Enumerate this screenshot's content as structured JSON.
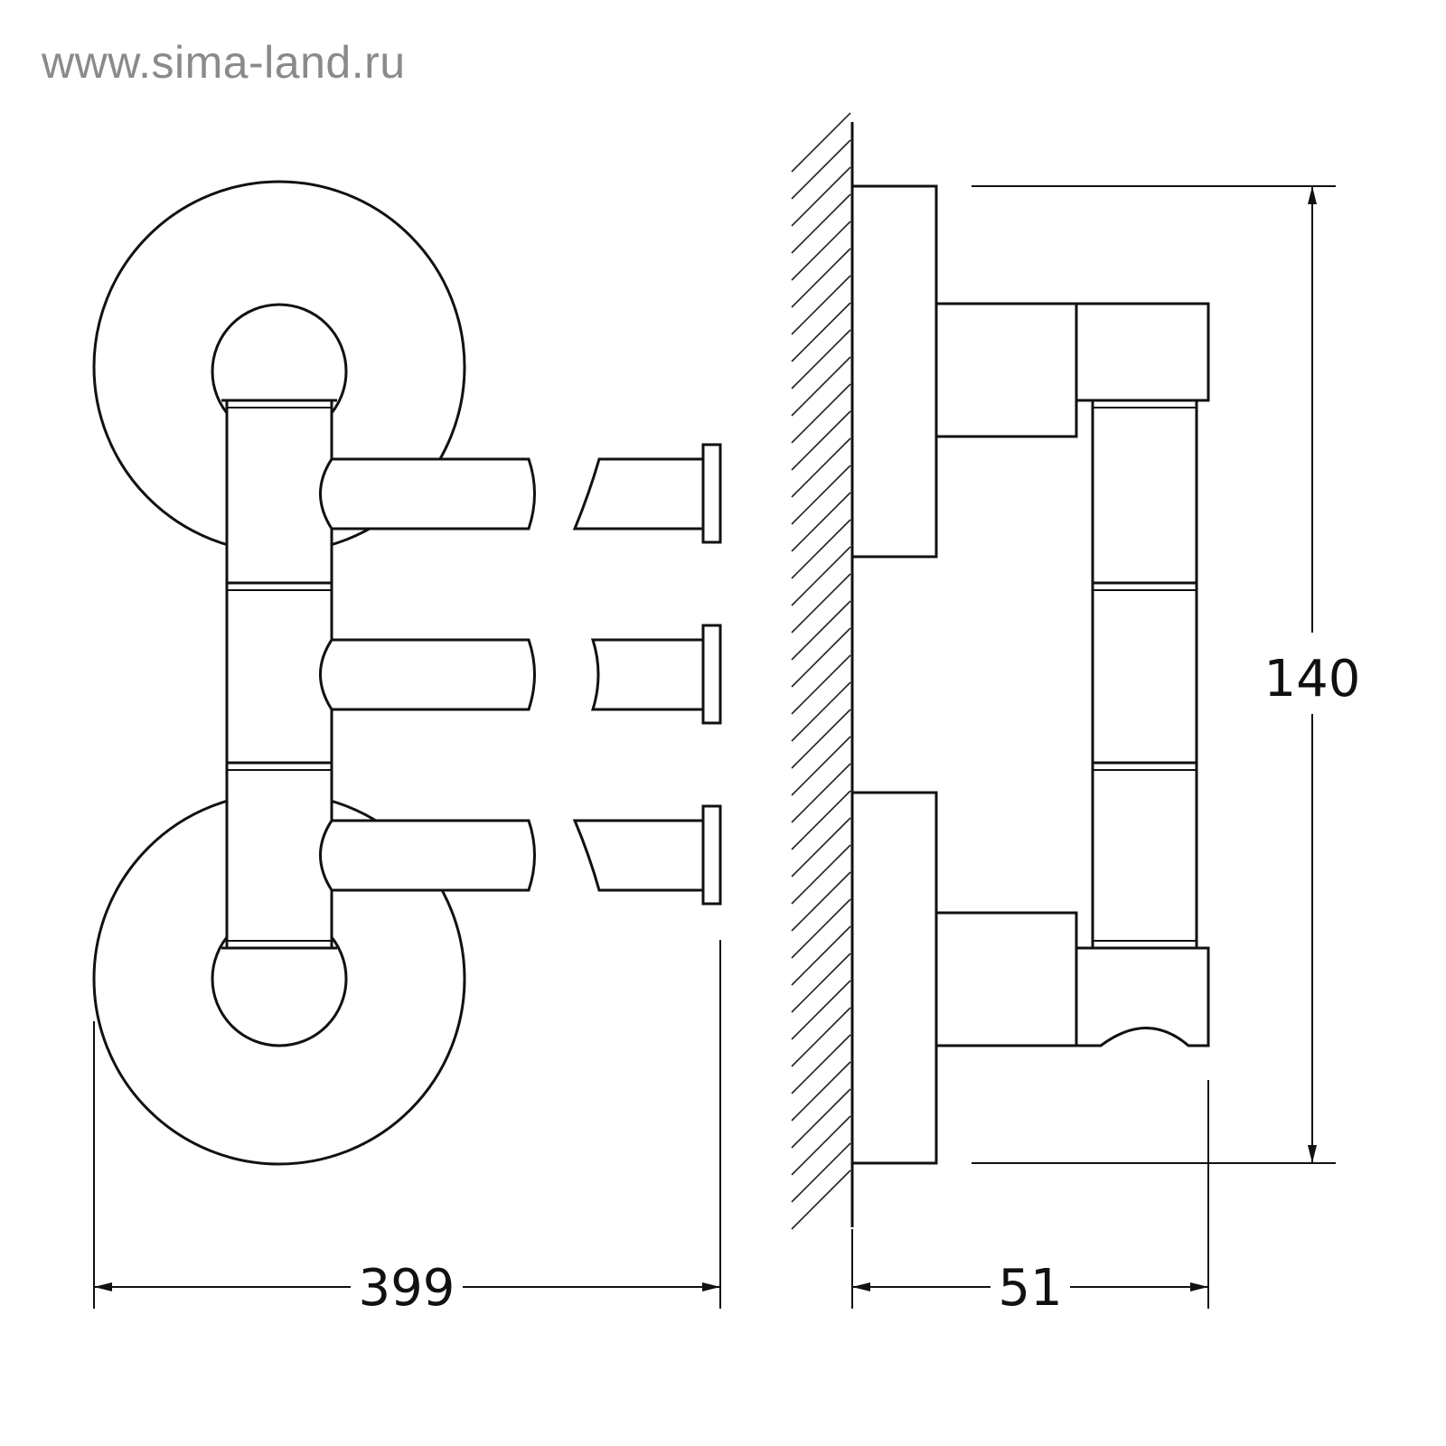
{
  "watermark": "www.sima-land.ru",
  "dimensions": {
    "width": "399",
    "depth": "51",
    "height": "140"
  }
}
